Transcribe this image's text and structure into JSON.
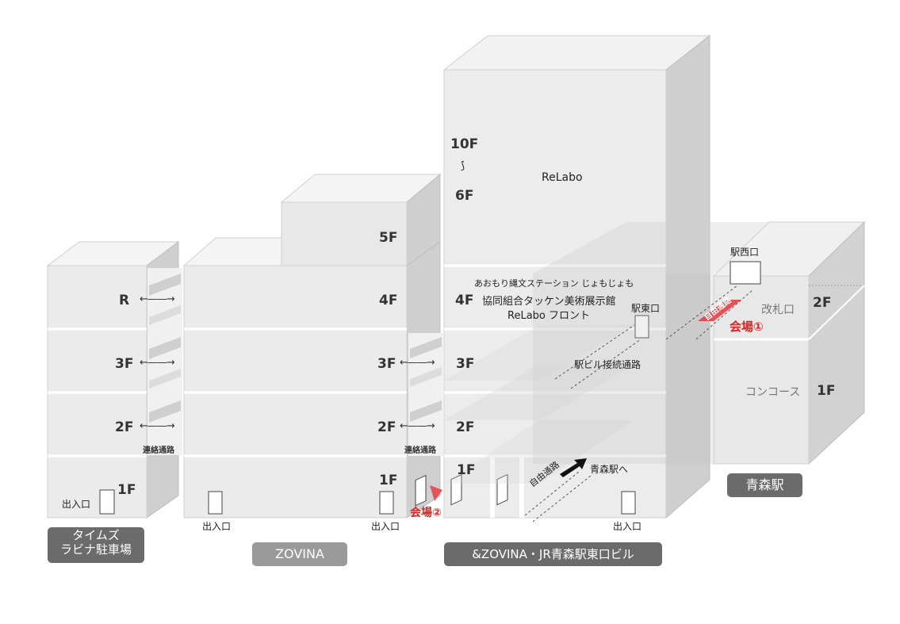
{
  "buildings": {
    "times": {
      "floors": [
        "R",
        "3F",
        "2F",
        "1F"
      ],
      "entrance": "出入口",
      "tag": "タイムズ\nラビナ駐車場"
    },
    "lovina": {
      "floors": [
        "5F",
        "4F",
        "3F",
        "2F",
        "1F"
      ],
      "entrance": "出入口",
      "tag": "ΖOVINA"
    },
    "jr": {
      "floors_top": [
        "10F",
        "⟆",
        "6F"
      ],
      "relabo": "ReLabo",
      "floors": [
        "4F",
        "3F",
        "2F",
        "1F"
      ],
      "tenants": [
        "あおもり縄文ステーション じょもじょも",
        "協同組合タッケン美術展示館",
        "ReLabo フロント"
      ],
      "east_exit": "駅東口",
      "station_link": "駅ビル接続通路",
      "to_station": "青森駅へ",
      "free_passage": "自由通路",
      "entrance": "出入口",
      "tag": "&ΖOVINA・JR青森駅東口ビル"
    },
    "station": {
      "west_exit": "駅西口",
      "gate": "改札口",
      "concourse": "コンコース",
      "floors": [
        "2F",
        "1F"
      ],
      "tag": "青森駅"
    }
  },
  "connectors": {
    "label": "連絡通路",
    "arrow": "←——→"
  },
  "venues": {
    "venue1": "会場①",
    "venue2": "会場②",
    "free_passage_red": "自由通路"
  },
  "colors": {
    "venue": "#e0211f",
    "building_face": "#ebebeb",
    "building_side": "#d6d6d6",
    "building_top": "#f4f4f4",
    "tag_dark": "#6b6b6b",
    "tag_light": "#9a9a9a"
  }
}
